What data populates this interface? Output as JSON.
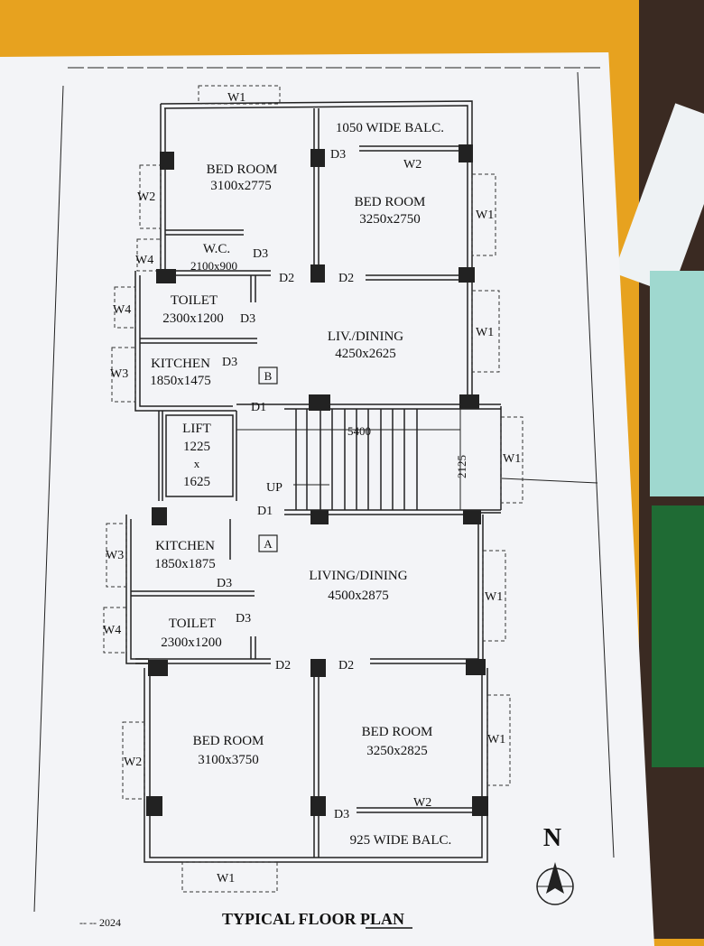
{
  "title": "TYPICAL FLOOR PLAN",
  "footer_partial": "-- -- 2024",
  "north_label": "N",
  "rooms": {
    "bed_nw": {
      "name": "BED ROOM",
      "size": "3100x2775"
    },
    "bed_ne": {
      "name": "BED ROOM",
      "size": "3250x2750"
    },
    "balcony_top": "1050 WIDE BALC.",
    "wc": {
      "name": "W.C.",
      "size": "2100x900"
    },
    "toilet_b": {
      "name": "TOILET",
      "size": "2300x1200"
    },
    "liv_b": {
      "name": "LIV./DINING",
      "size": "4250x2625"
    },
    "kitchen_b": {
      "name": "KITCHEN",
      "size": "1850x1475"
    },
    "lift": {
      "name": "LIFT",
      "w": "1225",
      "x": "x",
      "h": "1625"
    },
    "kitchen_a": {
      "name": "KITCHEN",
      "size": "1850x1875"
    },
    "liv_a": {
      "name": "LIVING/DINING",
      "size": "4500x2875"
    },
    "toilet_a": {
      "name": "TOILET",
      "size": "2300x1200"
    },
    "bed_sw": {
      "name": "BED ROOM",
      "size": "3100x3750"
    },
    "bed_se": {
      "name": "BED ROOM",
      "size": "3250x2825"
    },
    "balcony_bottom": "925 WIDE BALC."
  },
  "unit_labels": {
    "b": "B",
    "a": "A"
  },
  "stair": {
    "length": "5400",
    "width": "2125",
    "up": "UP"
  },
  "doors": {
    "d1": "D1",
    "d2": "D2",
    "d3": "D3"
  },
  "windows": {
    "w1": "W1",
    "w2": "W2",
    "w3": "W3",
    "w4": "W4"
  }
}
